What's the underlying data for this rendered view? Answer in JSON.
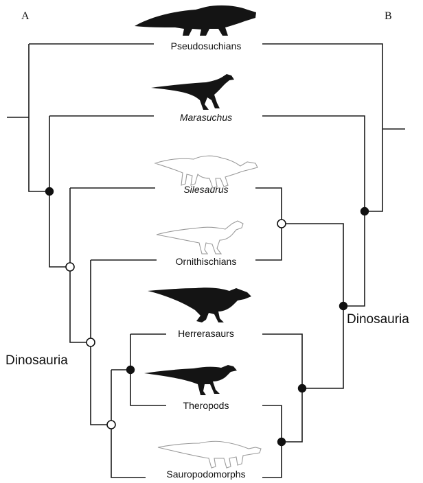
{
  "panels": {
    "left_label": "A",
    "right_label": "B"
  },
  "taxa": [
    {
      "id": "pseudosuchians",
      "label": "Pseudosuchians",
      "italic": false,
      "silhouette": "crocodile-like-silhouette",
      "silhouette_style": "dark"
    },
    {
      "id": "marasuchus",
      "label": "Marasuchus",
      "italic": true,
      "silhouette": "small-bipedal-silhouette",
      "silhouette_style": "dark"
    },
    {
      "id": "silesaurus",
      "label": "Silesaurus",
      "italic": true,
      "silhouette": "quadrupedal-outline-silhouette",
      "silhouette_style": "light"
    },
    {
      "id": "ornithischians",
      "label": "Ornithischians",
      "italic": false,
      "silhouette": "bipedal-outline-silhouette",
      "silhouette_style": "light"
    },
    {
      "id": "herrerasaurs",
      "label": "Herrerasaurs",
      "italic": false,
      "silhouette": "large-theropod-like-silhouette",
      "silhouette_style": "dark"
    },
    {
      "id": "theropods",
      "label": "Theropods",
      "italic": false,
      "silhouette": "theropod-silhouette",
      "silhouette_style": "dark"
    },
    {
      "id": "sauropodomorphs",
      "label": "Sauropodomorphs",
      "italic": false,
      "silhouette": "sauropodomorph-outline-silhouette",
      "silhouette_style": "light"
    }
  ],
  "clade_labels": {
    "left": "Dinosauria",
    "right": "Dinosauria"
  },
  "node_styles": {
    "filled": "#111111",
    "open": "#ffffff"
  }
}
